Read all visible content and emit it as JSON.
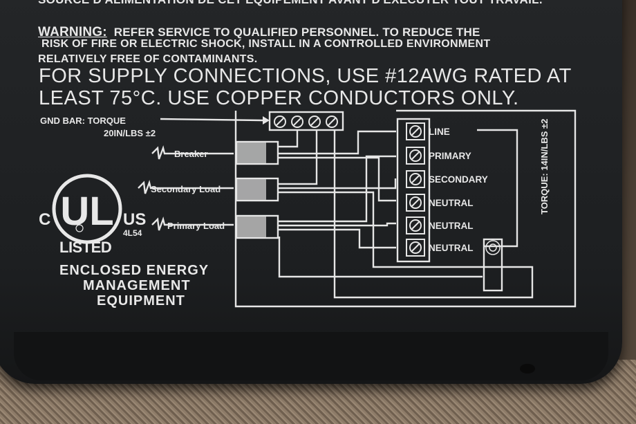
{
  "label": {
    "french_line": "SOURCE D'ALIMENTATION DE CET EQUIPEMENT AVANT D'EXECUTER TOUT TRAVAIL.",
    "warning_word": "WARNING:",
    "warning_line_1": "REFER SERVICE TO QUALIFIED PERSONNEL.  TO REDUCE THE",
    "warning_line_2": "RISK OF FIRE OR ELECTRIC SHOCK, INSTALL IN A CONTROLLED ENVIRONMENT",
    "warning_line_3": "RELATIVELY FREE OF CONTAMINANTS.",
    "supply_line_1": "FOR SUPPLY CONNECTIONS, USE #12AWG RATED AT",
    "supply_line_2": "LEAST 75°C. USE COPPER CONDUCTORS ONLY."
  },
  "diagram": {
    "gnd_bar_line_1": "GND BAR: TORQUE",
    "gnd_bar_line_2": "20IN/LBS ±2",
    "loads": [
      "Breaker",
      "Secondary Load",
      "Primary Load"
    ],
    "terminals": [
      "LINE",
      "PRIMARY",
      "SECONDARY",
      "NEUTRAL",
      "NEUTRAL",
      "NEUTRAL"
    ],
    "torque_right": "TORQUE: 14IN/LBS ±2"
  },
  "ul_mark": {
    "c": "C",
    "ul": "UL",
    "us": "US",
    "listed": "LISTED",
    "code": "4L54"
  },
  "product": {
    "line_1": "ENCLOSED ENERGY",
    "line_2": "MANAGEMENT",
    "line_3": "EQUIPMENT"
  },
  "colors": {
    "panel": "#1f2123",
    "print": "#e8e8e8",
    "carpet": "#8d7b68"
  }
}
